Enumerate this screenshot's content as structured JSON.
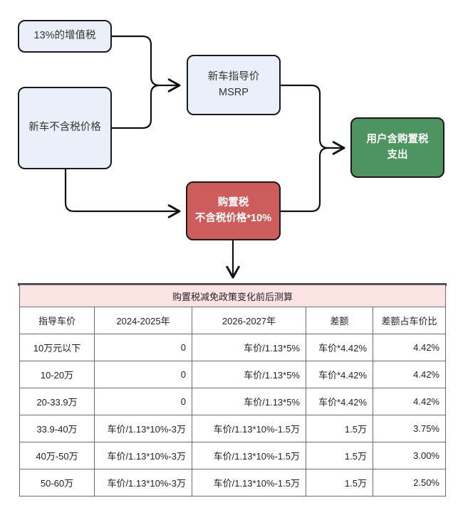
{
  "flowchart": {
    "nodes": {
      "vat": {
        "label": "13%的增值税"
      },
      "net_price": {
        "label": "新车不含税价格"
      },
      "msrp": {
        "label": "新车指导价\nMSRP"
      },
      "purchase_tax": {
        "label": "购置税\n不含税价格*10%"
      },
      "user_cost": {
        "label": "用户含购置税\n支出"
      }
    },
    "colors": {
      "blue_fill": "#eaeffa",
      "red_fill": "#cd5c5c",
      "green_fill": "#4d9460",
      "stroke": "#1a1a1a"
    }
  },
  "table": {
    "title": "购置税减免政策变化前后测算",
    "title_fill": "#fce3e4",
    "columns": [
      "指导车价",
      "2024-2025年",
      "2026-2027年",
      "差额",
      "差额占车价比"
    ],
    "rows": [
      [
        "10万元以下",
        "0",
        "车价/1.13*5%",
        "车价*4.42%",
        "4.42%"
      ],
      [
        "10-20万",
        "0",
        "车价/1.13*5%",
        "车价*4.42%",
        "4.42%"
      ],
      [
        "20-33.9万",
        "0",
        "车价/1.13*5%",
        "车价*4.42%",
        "4.42%"
      ],
      [
        "33.9-40万",
        "车价/1.13*10%-3万",
        "车价/1.13*10%-1.5万",
        "1.5万",
        "3.75%"
      ],
      [
        "40万-50万",
        "车价/1.13*10%-3万",
        "车价/1.13*10%-1.5万",
        "1.5万",
        "3.00%"
      ],
      [
        "50-60万",
        "车价/1.13*10%-3万",
        "车价/1.13*10%-1.5万",
        "1.5万",
        "2.50%"
      ]
    ]
  }
}
